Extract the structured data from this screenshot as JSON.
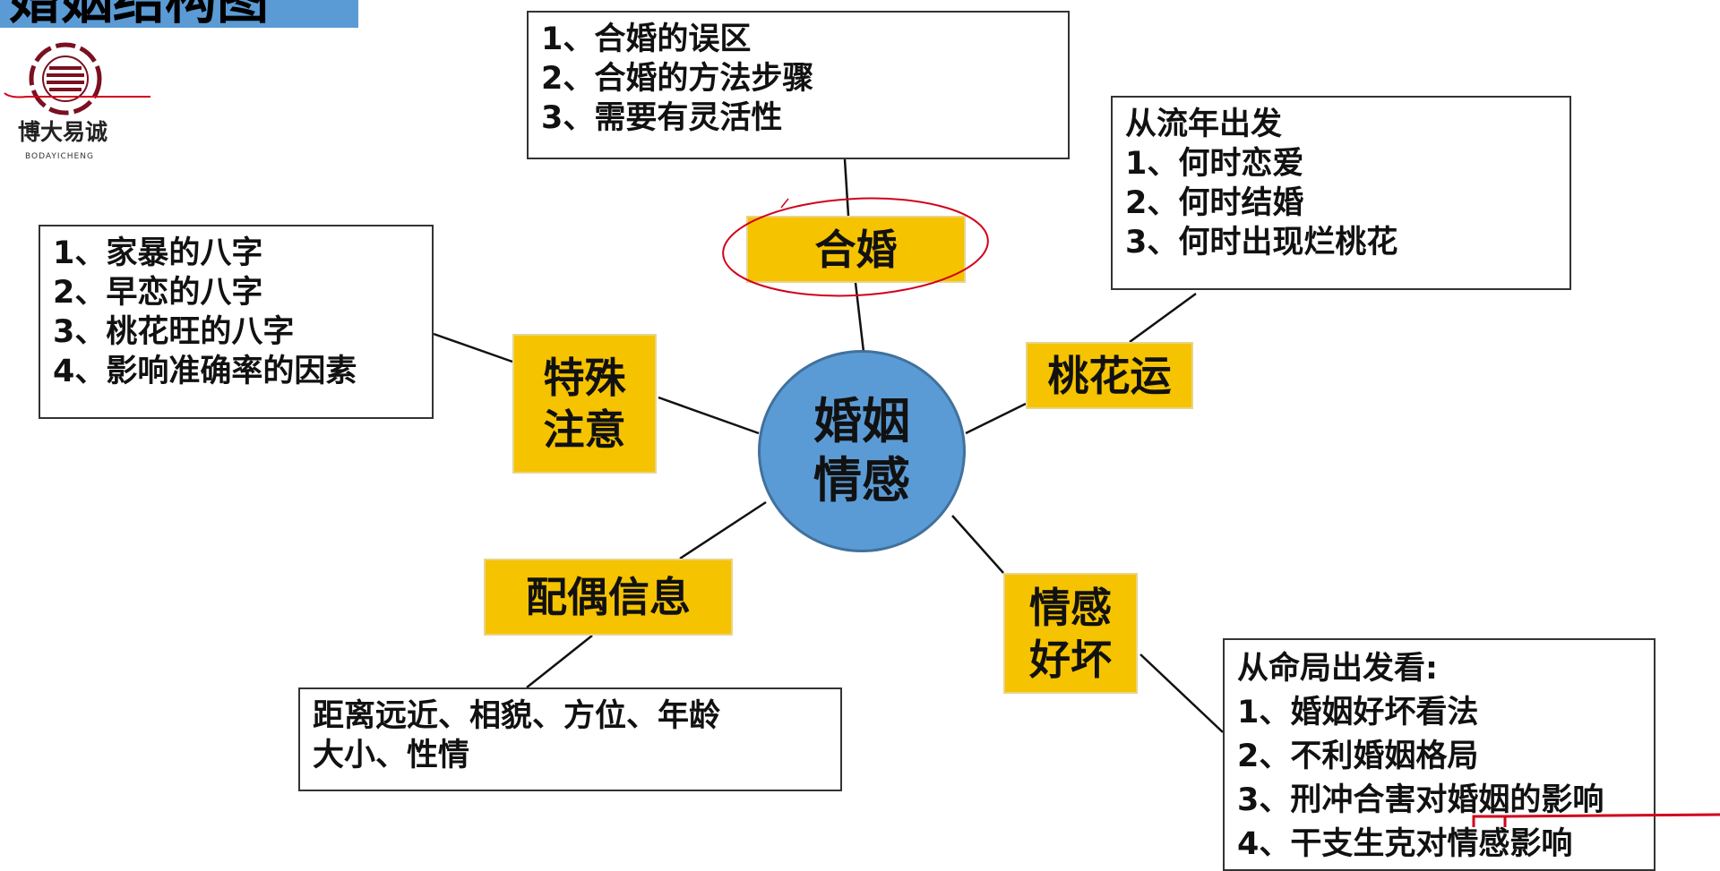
{
  "title": "婚姻结构图",
  "logo": {
    "name": "博大易诚",
    "subtitle": "BODAYICHENG"
  },
  "center": {
    "line1": "婚姻",
    "line2": "情感"
  },
  "nodes": {
    "hehun": {
      "label": "合婚",
      "items": [
        "1、合婚的误区",
        "2、合婚的方法步骤",
        "3、需要有灵活性"
      ]
    },
    "taohuayun": {
      "label": "桃花运",
      "items": [
        "从流年出发",
        "1、何时恋爱",
        "2、何时结婚",
        "3、何时出现烂桃花"
      ]
    },
    "teshu": {
      "label1": "特殊",
      "label2": "注意",
      "items": [
        "1、家暴的八字",
        "2、早恋的八字",
        "3、桃花旺的八字",
        "4、影响准确率的因素"
      ]
    },
    "peiou": {
      "label": "配偶信息",
      "items": [
        "距离远近、相貌、方位、年龄",
        "大小、性情"
      ]
    },
    "qinggan": {
      "label1": "情感",
      "label2": "好坏",
      "items": [
        "从命局出发看:",
        "1、婚姻好坏看法",
        "2、不利婚姻格局",
        "3、刑冲合害对婚姻的影响",
        "4、干支生克对情感影响"
      ]
    }
  },
  "colors": {
    "tag": "#f5c300",
    "center": "#5b9bd5",
    "annotation": "#d0021b"
  }
}
